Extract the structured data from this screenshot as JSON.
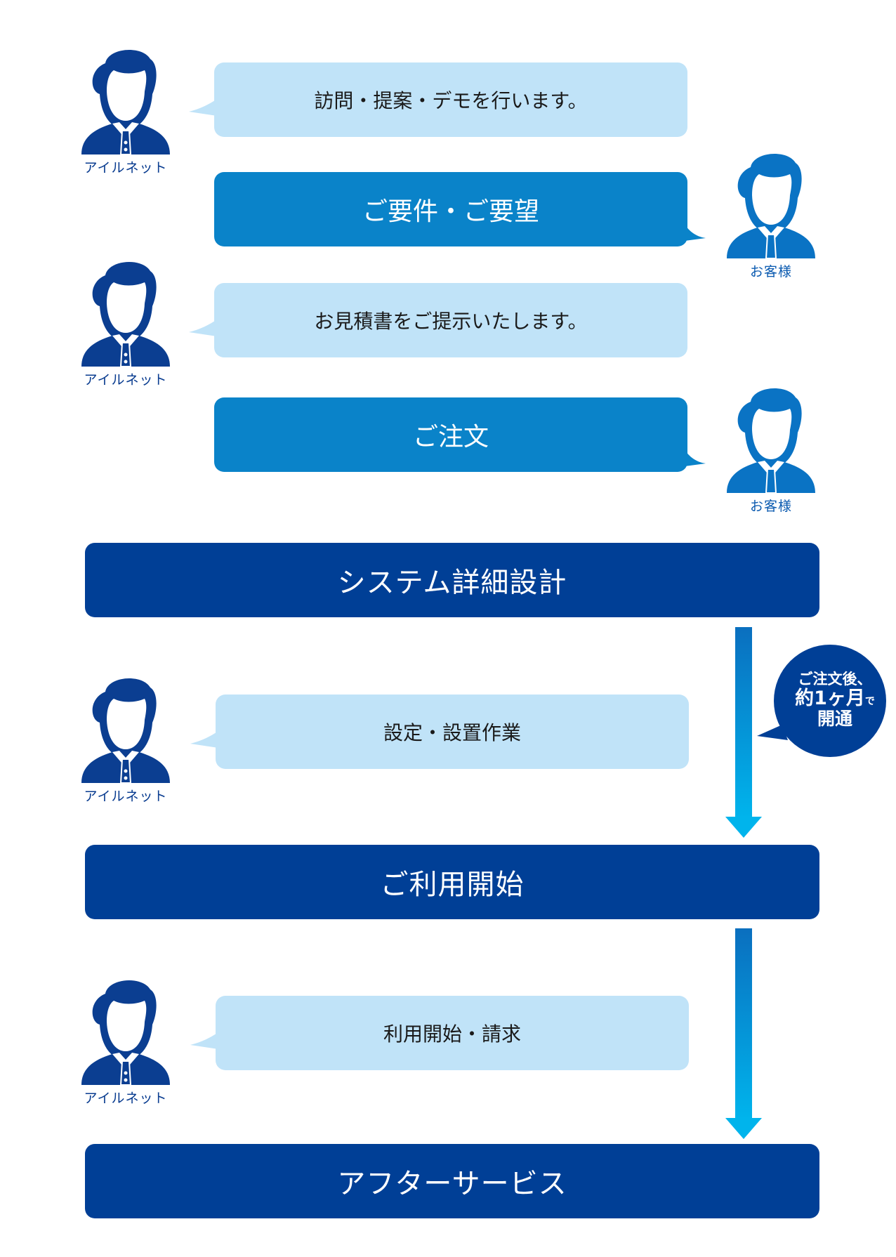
{
  "roles": {
    "provider": "アイルネット",
    "customer": "お客様"
  },
  "steps": {
    "visit": "訪問・提案・デモを行います。",
    "requirements": "ご要件・ご要望",
    "estimate": "お見積書をご提示いたします。",
    "order": "ご注文",
    "design": "システム詳細設計",
    "setup": "設定・設置作業",
    "start": "ご利用開始",
    "billing": "利用開始・請求",
    "after": "アフターサービス"
  },
  "note": {
    "line1": "ご注文後、",
    "line2_main": "約1ヶ月",
    "line2_suffix": "で",
    "line3": "開通"
  },
  "colors": {
    "light": "#c0e3f8",
    "mid": "#0a83c9",
    "dark": "#003f96",
    "navy": "#083b8f",
    "arrow_top": "#0a6fbf",
    "arrow_bottom": "#00b4ec"
  }
}
